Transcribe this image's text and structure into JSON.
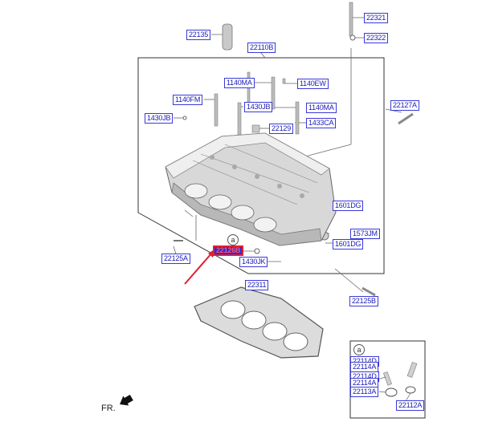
{
  "labels": {
    "l22321": "22321",
    "l22322": "22322",
    "l22135": "22135",
    "l22110B": "22110B",
    "l1140MA_a": "1140MA",
    "l1140EW": "1140EW",
    "l1140FM": "1140FM",
    "l1430JB_a": "1430JB",
    "l1140MA_b": "1140MA",
    "l22127A": "22127A",
    "l1430JB_b": "1430JB",
    "l22129": "22129",
    "l1433CA": "1433CA",
    "l1601DG_a": "1601DG",
    "l1573JM": "1573JM",
    "l1601DG_b": "1601DG",
    "l22125A": "22125A",
    "l22126": "22126B",
    "l1430JK": "1430JK",
    "l22311": "22311",
    "l22125B": "22125B",
    "l22114D_a": "22114D",
    "l22114A_a": "22114A",
    "l22114D_b": "22114D",
    "l22114A_b": "22114A",
    "l22113A": "22113A",
    "l22112A": "22112A"
  },
  "callouts": {
    "main": "a",
    "inset": "a"
  },
  "direction": {
    "front": "FR."
  },
  "colors": {
    "label_border": "#3a3ad8",
    "label_text": "#1a1ab8",
    "highlight_fill": "#2a2ae0",
    "arrow": "#e02030"
  }
}
